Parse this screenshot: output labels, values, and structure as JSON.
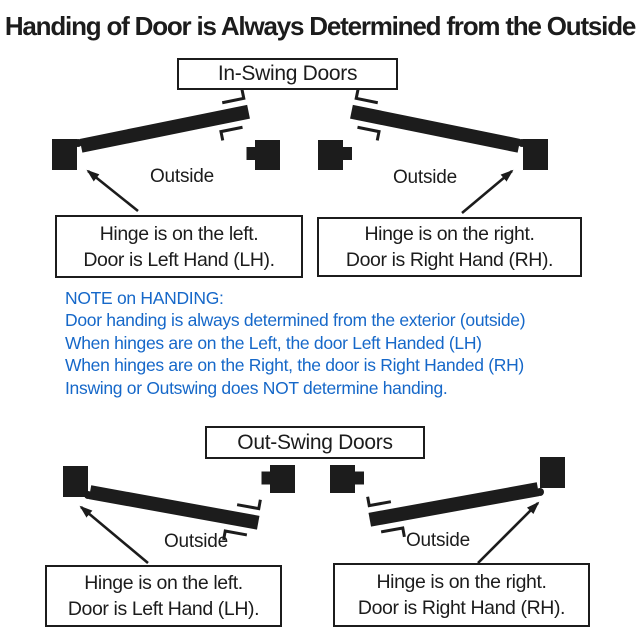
{
  "title": "Handing of Door is Always Determined from the Outside",
  "colors": {
    "ink": "#1c1c1c",
    "note_blue": "#1668c9",
    "background": "#ffffff"
  },
  "sections": {
    "in_swing_label": "In-Swing Doors",
    "out_swing_label": "Out-Swing Doors"
  },
  "diagrams": [
    {
      "id": "in-swing-left",
      "outside": "Outside",
      "caption": [
        "Hinge is on the left.",
        "Door is Left Hand (LH)."
      ]
    },
    {
      "id": "in-swing-right",
      "outside": "Outside",
      "caption": [
        "Hinge is on the right.",
        "Door is Right Hand (RH)."
      ]
    },
    {
      "id": "out-swing-left",
      "outside": "Outside",
      "caption": [
        "Hinge is on the left.",
        "Door is Left Hand (LH)."
      ]
    },
    {
      "id": "out-swing-right",
      "outside": "Outside",
      "caption": [
        "Hinge is on the right.",
        "Door is Right Hand (RH)."
      ]
    }
  ],
  "note": {
    "lines": [
      "NOTE on HANDING:",
      "Door handing is always determined from the exterior (outside)",
      "When hinges are on the Left, the door Left Handed (LH)",
      "When hinges are on the Right, the door is Right Handed (RH)",
      "Inswing or Outswing does NOT determine handing."
    ]
  }
}
